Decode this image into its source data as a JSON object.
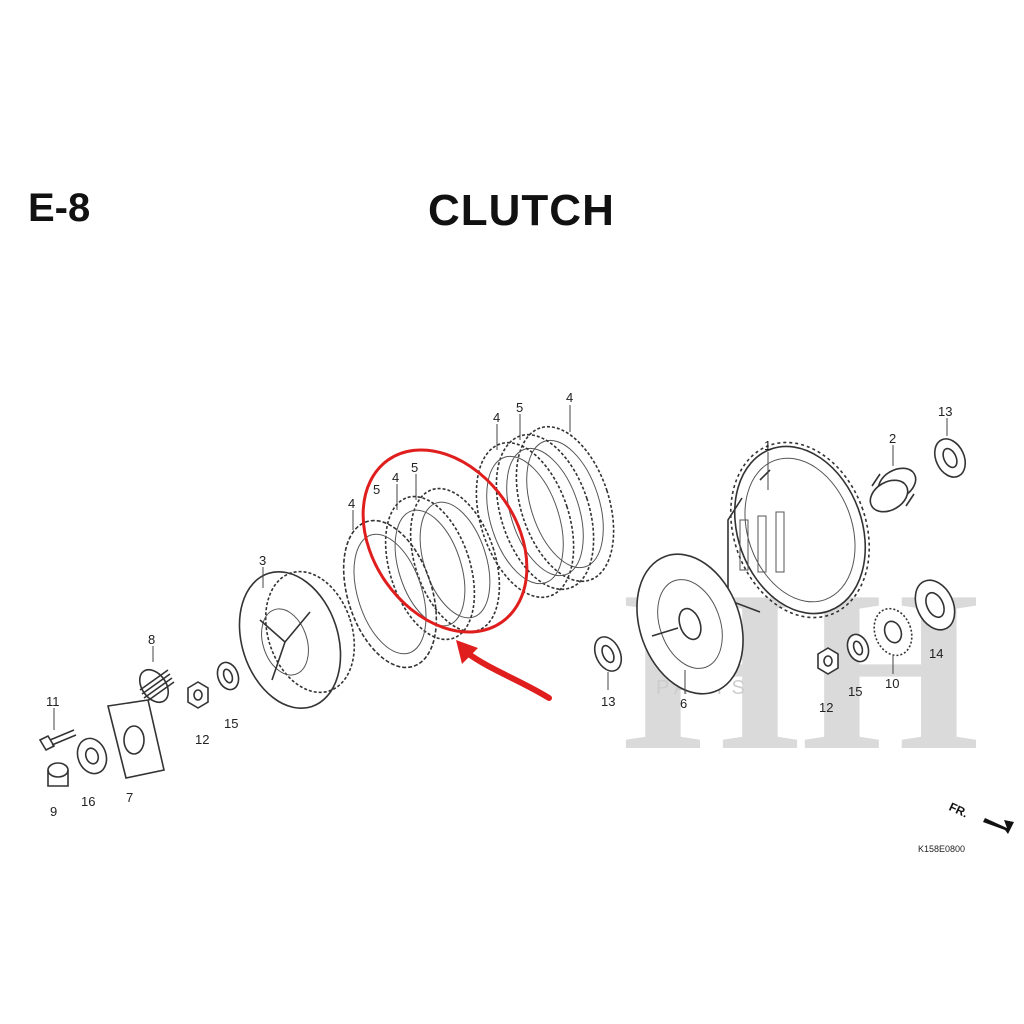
{
  "header": {
    "section_code": "E-8",
    "title": "CLUTCH"
  },
  "diagram": {
    "callouts": [
      "1",
      "2",
      "3",
      "4",
      "5",
      "6",
      "7",
      "8",
      "9",
      "10",
      "11",
      "12",
      "13",
      "14",
      "15",
      "16"
    ],
    "drawing_code": "K158E0800",
    "direction_label": "FR.",
    "highlight_color": "#e01e1e"
  },
  "watermark": {
    "letters": "HH",
    "text": "PARTS"
  }
}
